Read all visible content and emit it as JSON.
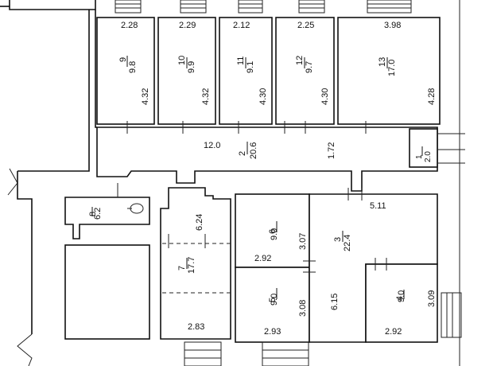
{
  "rooms": [
    {
      "id": "r9",
      "width": "2.28",
      "length": "4.32",
      "number": "9",
      "area": "9.8"
    },
    {
      "id": "r10",
      "width": "2.29",
      "length": "4.32",
      "number": "10",
      "area": "9.9"
    },
    {
      "id": "r11",
      "width": "2.12",
      "length": "4.30",
      "number": "11",
      "area": "9.1"
    },
    {
      "id": "r12",
      "width": "2.25",
      "length": "4.30",
      "number": "12",
      "area": "9.7"
    },
    {
      "id": "r13",
      "width": "3.98",
      "length": "4.28",
      "number": "13",
      "area": "17.0"
    },
    {
      "id": "r2",
      "width": "12.0",
      "length": "1.72",
      "number": "2",
      "area": "20.6"
    },
    {
      "id": "r1",
      "number": "1",
      "area": "2.0"
    },
    {
      "id": "r8",
      "number": "8",
      "area": "6.2"
    },
    {
      "id": "r7",
      "width": "6.24",
      "length": "2.83",
      "number": "7",
      "area": "17.7"
    },
    {
      "id": "r6",
      "width": "3.07",
      "length": "2.92",
      "number": "6",
      "area": "9.0"
    },
    {
      "id": "r5",
      "width": "3.08",
      "length": "2.93",
      "number": "5",
      "area": "9.0"
    },
    {
      "id": "r3",
      "width": "5.11",
      "length": "6.15",
      "number": "3",
      "area": "22.4"
    },
    {
      "id": "r4",
      "width": "3.09",
      "length": "2.92",
      "number": "4",
      "area": "9.0"
    }
  ]
}
